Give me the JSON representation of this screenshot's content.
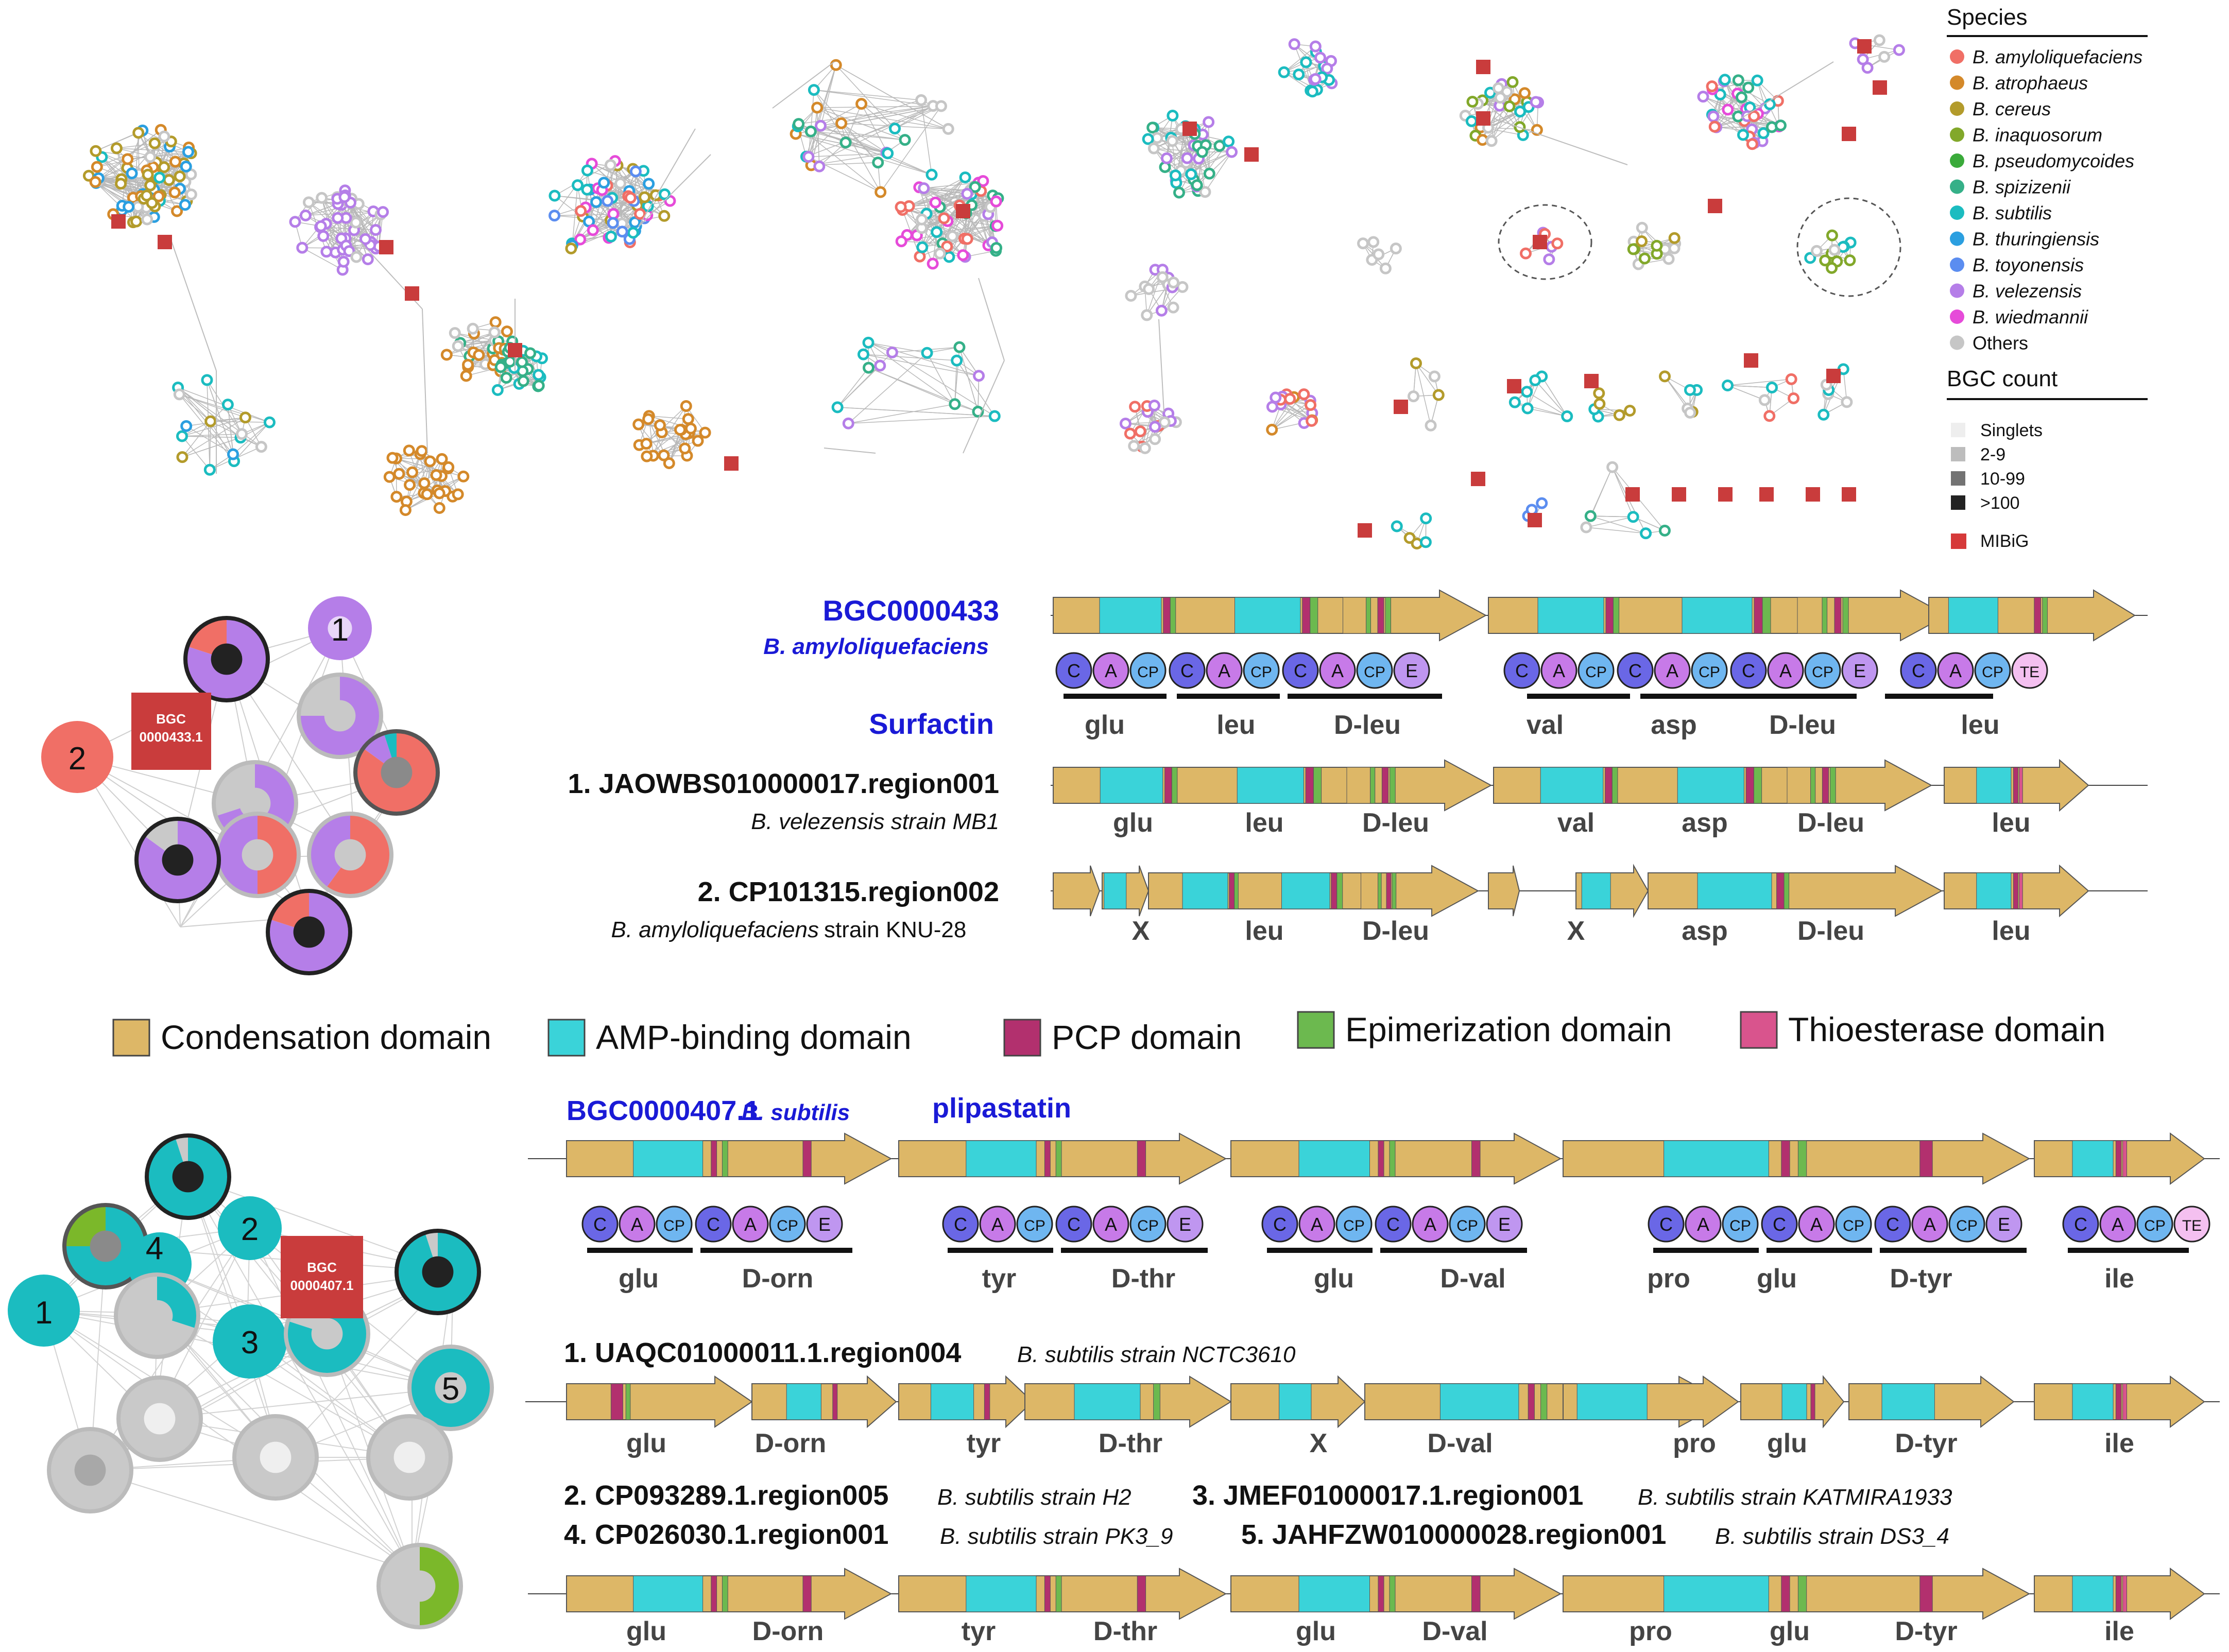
{
  "legend": {
    "species_title": "Species",
    "species": [
      {
        "name": "B. amyloliquefaciens",
        "color": "#f06f66"
      },
      {
        "name": "B. atrophaeus",
        "color": "#d4892a"
      },
      {
        "name": "B. cereus",
        "color": "#b39b2b"
      },
      {
        "name": "B. inaquosorum",
        "color": "#82a82a"
      },
      {
        "name": "B. pseudomycoides",
        "color": "#3aaa3a"
      },
      {
        "name": "B. spizizenii",
        "color": "#35b088"
      },
      {
        "name": "B. subtilis",
        "color": "#1bbcc0"
      },
      {
        "name": "B. thuringiensis",
        "color": "#2b9fe0"
      },
      {
        "name": "B. toyonensis",
        "color": "#5b8df0"
      },
      {
        "name": "B. velezensis",
        "color": "#b57ee8"
      },
      {
        "name": "B. wiedmannii",
        "color": "#e64bd9"
      },
      {
        "name": "Others",
        "color": "#c6c6c6"
      }
    ],
    "bgc_title": "BGC count",
    "bgc": [
      {
        "label": "Singlets",
        "color": "#eeeeee"
      },
      {
        "label": "2-9",
        "color": "#bdbdbd"
      },
      {
        "label": "10-99",
        "color": "#737373"
      },
      {
        "label": ">100",
        "color": "#222222"
      }
    ],
    "mibig": {
      "label": "MIBiG",
      "color": "#d63a3a"
    }
  },
  "domain_legend": [
    {
      "label": "Condensation domain",
      "color": "#ddb767"
    },
    {
      "label": "AMP-binding domain",
      "color": "#3ad3d9"
    },
    {
      "label": "PCP domain",
      "color": "#b2306e"
    },
    {
      "label": "Epimerization domain",
      "color": "#6cb94f"
    },
    {
      "label": "Thioesterase domain",
      "color": "#d9548d"
    }
  ],
  "colors": {
    "blue_label": "#1a1ad6",
    "black": "#111111",
    "gray_text": "#444444",
    "mibig": "#c93c3c"
  },
  "surfactin": {
    "ref_id": "BGC0000433",
    "ref_species": "B. amyloliquefaciens",
    "ref_product": "Surfactin",
    "ref_monomers": [
      "glu",
      "leu",
      "D-leu",
      "val",
      "asp",
      "D-leu",
      "leu"
    ],
    "module_sets": [
      [
        "C",
        "A",
        "CP"
      ],
      [
        "C",
        "A",
        "CP"
      ],
      [
        "C",
        "A",
        "CP",
        "E"
      ],
      [
        "C",
        "A",
        "CP"
      ],
      [
        "C",
        "A",
        "CP"
      ],
      [
        "C",
        "A",
        "CP",
        "E"
      ],
      [
        "C",
        "A",
        "CP",
        "TE"
      ]
    ],
    "hit1_id": "1. JAOWBS010000017.region001",
    "hit1_desc": "B. velezensis strain MB1",
    "hit1_monomers": [
      "glu",
      "leu",
      "D-leu",
      "val",
      "asp",
      "D-leu",
      "leu"
    ],
    "hit2_id": "2. CP101315.region002",
    "hit2_desc_species": "B. amyloliquefaciens",
    "hit2_desc_strain": "strain KNU-28",
    "hit2_monomers": [
      "X",
      "leu",
      "D-leu",
      "X",
      "asp",
      "D-leu",
      "leu"
    ],
    "network_mibig_label": [
      "BGC",
      "0000433.1"
    ],
    "network_numbers": [
      "1",
      "2"
    ]
  },
  "plipastatin": {
    "ref_id": "BGC0000407.1",
    "ref_species": "B. subtilis",
    "ref_product": "plipastatin",
    "ref_monomers": [
      "glu",
      "D-orn",
      "tyr",
      "D-thr",
      "glu",
      "D-val",
      "pro",
      "glu",
      "D-tyr",
      "ile"
    ],
    "hit1_id": "1. UAQC01000011.1.region004",
    "hit1_desc": "B. subtilis strain NCTC3610",
    "hit1_monomers": [
      "glu",
      "D-orn",
      "tyr",
      "D-thr",
      "X",
      "D-val",
      "pro",
      "glu",
      "D-tyr",
      "ile"
    ],
    "hit2_id": "2. CP093289.1.region005",
    "hit2_desc": "B. subtilis strain H2",
    "hit3_id": "3. JMEF01000017.1.region001",
    "hit3_desc": "B. subtilis strain KATMIRA1933",
    "hit4_id": "4. CP026030.1.region001",
    "hit4_desc": "B. subtilis strain PK3_9",
    "hit5_id": "5. JAHFZW010000028.region001",
    "hit5_desc": "B. subtilis strain DS3_4",
    "hit_rest_monomers": [
      "glu",
      "D-orn",
      "tyr",
      "D-thr",
      "glu",
      "D-val",
      "pro",
      "glu",
      "D-tyr",
      "ile"
    ],
    "network_mibig_label": [
      "BGC",
      "0000407.1"
    ],
    "network_numbers": [
      "1",
      "2",
      "3",
      "4",
      "5"
    ]
  }
}
